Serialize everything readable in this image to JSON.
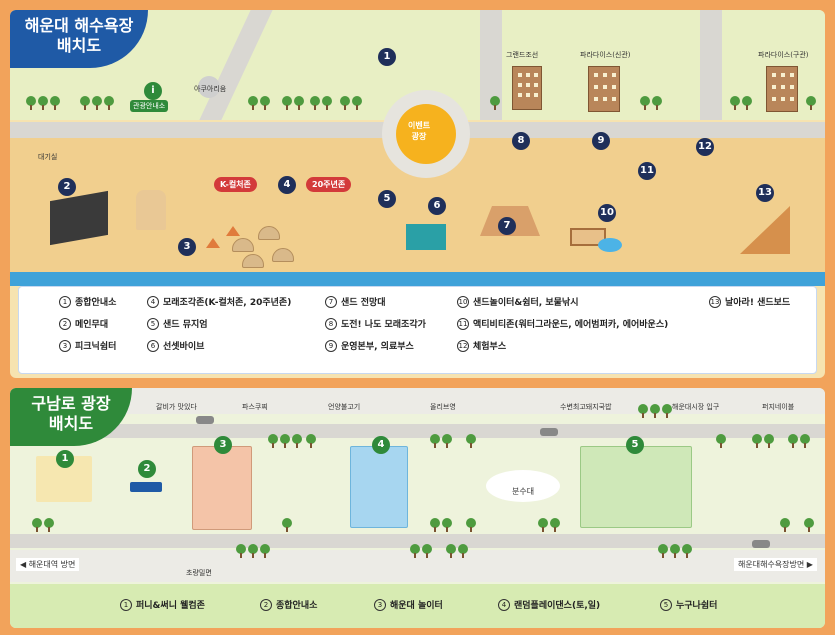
{
  "top_map": {
    "title": "해운대 해수욕장\n배치도",
    "title_line1": "해운대 해수욕장",
    "title_line2": "배치도",
    "labels": {
      "tourist_info": "관광안내소",
      "aquarium": "아쿠아리움",
      "grand_joseon": "그랜드조선",
      "paradise_new": "파라다이스(신관)",
      "paradise_old": "파라다이스(구관)",
      "event_plaza": "이벤트\n광장",
      "event_plaza_1": "이벤트",
      "event_plaza_2": "광장",
      "waiting_room": "대기실",
      "k_culture": "K-컬처존",
      "anniversary": "20주년존"
    },
    "legend": [
      {
        "n": "1",
        "text": "종합안내소"
      },
      {
        "n": "2",
        "text": "메인무대"
      },
      {
        "n": "3",
        "text": "피크닉쉼터"
      },
      {
        "n": "4",
        "text": "모래조각존(K-컬처존, 20주년존)"
      },
      {
        "n": "5",
        "text": "샌드 뮤지엄"
      },
      {
        "n": "6",
        "text": "선셋바이브"
      },
      {
        "n": "7",
        "text": "샌드 전망대"
      },
      {
        "n": "8",
        "text": "도전! 나도 모래조각가"
      },
      {
        "n": "9",
        "text": "운영본부, 의료부스"
      },
      {
        "n": "10",
        "text": "샌드놀이터&쉼터, 보물낚시"
      },
      {
        "n": "11",
        "text": "액티비티존(워터그라운드, 에어범퍼카, 에어바운스)"
      },
      {
        "n": "12",
        "text": "체험부스"
      },
      {
        "n": "13",
        "text": "날아라! 샌드보드"
      }
    ]
  },
  "bottom_map": {
    "title_line1": "구남로 광장",
    "title_line2": "배치도",
    "labels": {
      "galbi": "갈비가 맛있다",
      "paris": "파스쿠찌",
      "eonyang": "언양불고기",
      "olive": "올리브영",
      "water_park": "수변최고돼지국밥",
      "entrance": "해운대시장 입구",
      "hotel": "퍼지네이블",
      "fountain": "분수대",
      "elementary": "초량밀면",
      "station": "◀ 해운대역 방면",
      "beach_dir": "해운대해수욕장방면 ▶"
    },
    "legend": [
      {
        "n": "1",
        "text": "퍼니&써니 웰컴존"
      },
      {
        "n": "2",
        "text": "종합안내소"
      },
      {
        "n": "3",
        "text": "해운대 놀이터"
      },
      {
        "n": "4",
        "text": "랜덤플레이댄스(토,일)"
      },
      {
        "n": "5",
        "text": "누구나쉼터"
      }
    ]
  },
  "colors": {
    "background": "#f2a35b",
    "title_blue": "#1f5aa6",
    "title_green": "#2f8a3a",
    "sand": "#f1cf8e",
    "sea": "#3fa2d9",
    "event_plaza": "#f6b21e"
  }
}
